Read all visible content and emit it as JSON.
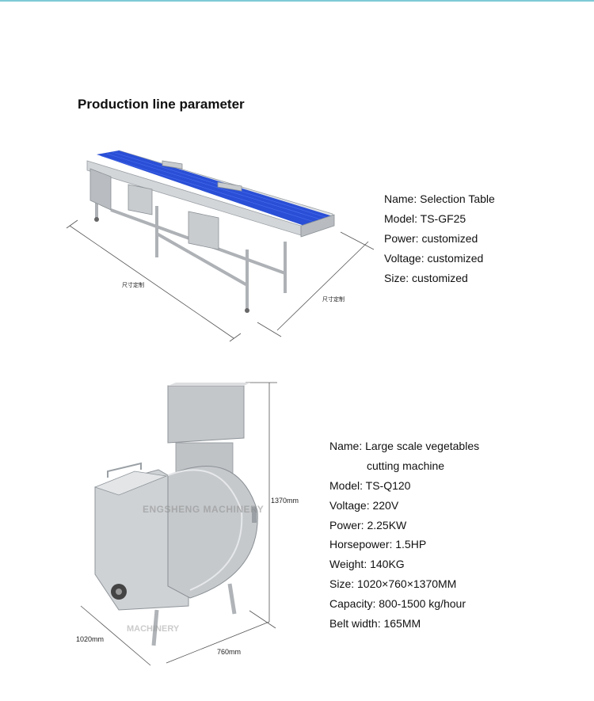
{
  "section_title": "Production line parameter",
  "product1": {
    "dim_label_left": "尺寸定制",
    "dim_label_right": "尺寸定制",
    "specs": [
      "Name: Selection Table",
      "Model: TS-GF25",
      "Power: customized",
      "Voltage: customized",
      "Size: customized"
    ]
  },
  "product2": {
    "watermark": "ENGSHENG MACHINERY",
    "watermark_bottom": "MACHINERY",
    "dim_height": "1370mm",
    "dim_depth": "1020mm",
    "dim_width": "760mm",
    "specs": [
      "Name: Large scale vegetables",
      "cutting machine",
      "Model: TS-Q120",
      "Voltage: 220V",
      "Power: 2.25KW",
      "Horsepower: 1.5HP",
      "Weight: 140KG",
      "Size: 1020×760×1370MM",
      "Capacity: 800-1500 kg/hour",
      "Belt width: 165MM"
    ]
  },
  "colors": {
    "belt_blue": "#2a4fd6",
    "steel": "#c9cccf",
    "accent_line": "#7ecbd6"
  }
}
